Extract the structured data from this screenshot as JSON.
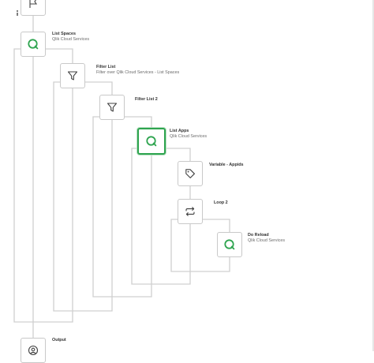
{
  "colors": {
    "connector": "#d0d0d0",
    "block_border": "#c9c9c9",
    "selected_border": "#2ea44f",
    "qlik_green": "#2ea44f",
    "icon_stroke": "#404040"
  },
  "blocks": {
    "start": {
      "title": "",
      "subtitle": "",
      "icon": "flag-icon"
    },
    "list_spaces": {
      "title": "List Spaces",
      "subtitle": "Qlik Cloud Services",
      "icon": "qlik-q-icon"
    },
    "filter_list": {
      "title": "Filter List",
      "subtitle": "Filter over Qlik Cloud Services - List Spaces",
      "icon": "filter-icon"
    },
    "filter_list_2": {
      "title": "Filter List 2",
      "subtitle": "",
      "icon": "filter-icon"
    },
    "list_apps": {
      "title": "List Apps",
      "subtitle": "Qlik Cloud Services",
      "icon": "qlik-q-icon",
      "selected": true
    },
    "variable_appids": {
      "title": "Variable - Appids",
      "subtitle": "",
      "icon": "tag-icon"
    },
    "loop_2": {
      "title": "Loop 2",
      "subtitle": "",
      "icon": "loop-icon"
    },
    "do_reload": {
      "title": "Do Reload",
      "subtitle": "Qlik Cloud Services",
      "icon": "qlik-q-icon"
    },
    "output": {
      "title": "Output",
      "subtitle": "",
      "icon": "output-icon"
    }
  }
}
